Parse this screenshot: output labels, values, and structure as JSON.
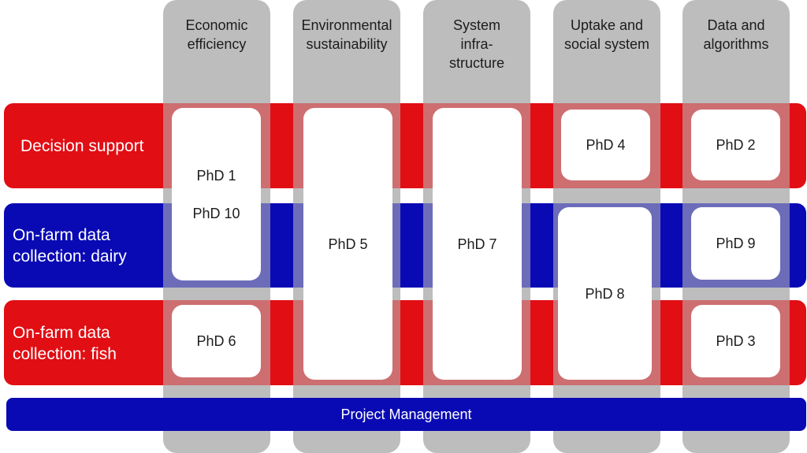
{
  "columns": [
    {
      "title": "Economic\nefficiency"
    },
    {
      "title": "Environmental\nsustainability"
    },
    {
      "title": "System\ninfra-\nstructure"
    },
    {
      "title": "Uptake and\nsocial system"
    },
    {
      "title": "Data and\nalgorithms"
    }
  ],
  "rows": [
    {
      "label": "Decision support",
      "color": "#e10e14"
    },
    {
      "label": "On-farm data\ncollection: dairy",
      "color": "#0a0ab4"
    },
    {
      "label": "On-farm data\ncollection: fish",
      "color": "#e10e14"
    }
  ],
  "boxes": {
    "phd_1_10": "PhD 1\nPhD 10",
    "phd_2": "PhD 2",
    "phd_3": "PhD 3",
    "phd_4": "PhD 4",
    "phd_5": "PhD 5",
    "phd_6": "PhD 6",
    "phd_7": "PhD 7",
    "phd_8": "PhD 8",
    "phd_9": "PhD 9"
  },
  "project_management": "Project Management",
  "colors": {
    "red": "#e10e14",
    "blue": "#0a0ab4",
    "grey": "#bdbdbd"
  }
}
